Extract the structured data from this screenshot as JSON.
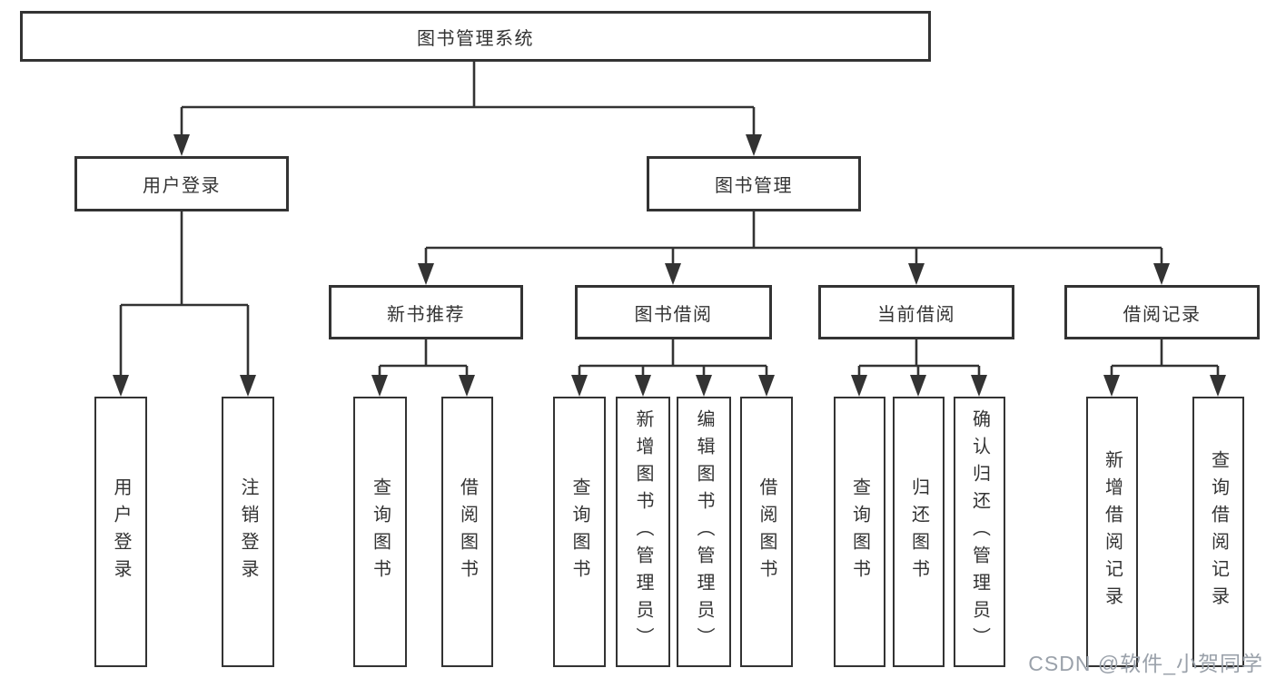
{
  "diagram": {
    "root": {
      "label": "图书管理系统"
    },
    "branches": [
      {
        "label": "用户登录",
        "children": [
          {
            "label": "用户登录"
          },
          {
            "label": "注销登录"
          }
        ]
      },
      {
        "label": "图书管理",
        "children": [
          {
            "label": "新书推荐",
            "children": [
              {
                "label": "查询图书"
              },
              {
                "label": "借阅图书"
              }
            ]
          },
          {
            "label": "图书借阅",
            "children": [
              {
                "label": "查询图书"
              },
              {
                "label": "新增图书（管理员）"
              },
              {
                "label": "编辑图书（管理员）"
              },
              {
                "label": "借阅图书"
              }
            ]
          },
          {
            "label": "当前借阅",
            "children": [
              {
                "label": "查询图书"
              },
              {
                "label": "归还图书"
              },
              {
                "label": "确认归还（管理员）"
              }
            ]
          },
          {
            "label": "借阅记录",
            "children": [
              {
                "label": "新增借阅记录"
              },
              {
                "label": "查询借阅记录"
              }
            ]
          }
        ]
      }
    ]
  },
  "watermark": {
    "text": "CSDN @软件_小贺同学",
    "color": "#9aa1aa"
  },
  "colors": {
    "line": "#333333",
    "box_border": "#333333",
    "text": "#333333",
    "background": "#ffffff"
  }
}
